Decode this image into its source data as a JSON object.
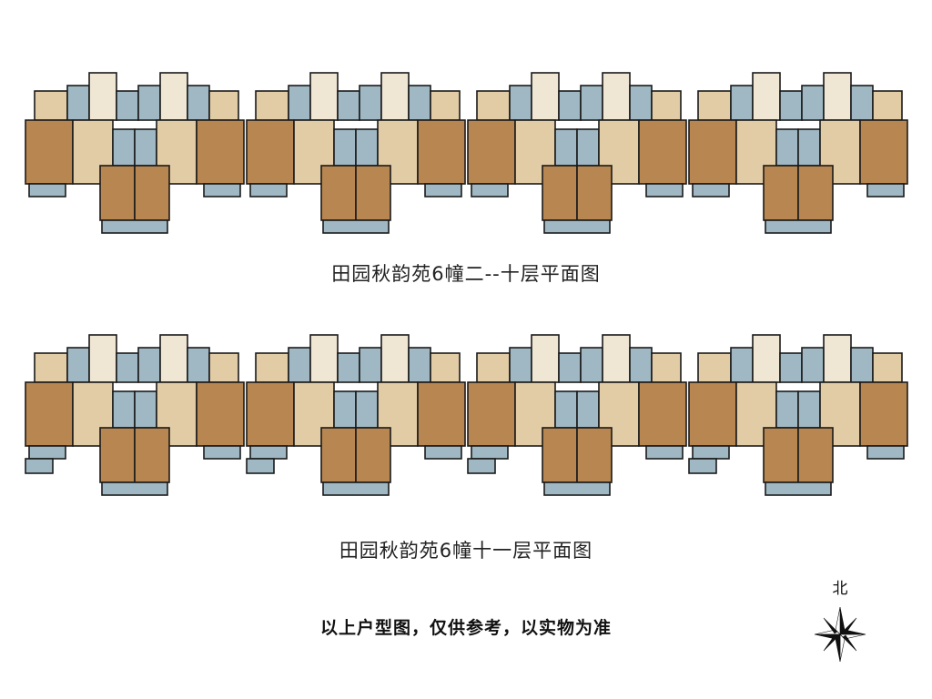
{
  "plans": [
    {
      "title": "田园秋韵苑6幢二--十层平面图"
    },
    {
      "title": "田园秋韵苑6幢十一层平面图"
    }
  ],
  "disclaimer": "以上户型图，仅供参考，以实物为准",
  "compass": {
    "label": "北",
    "icon": "north-arrow-icon"
  },
  "colors": {
    "room_brown": "#b88650",
    "room_tan": "#e2cca6",
    "room_light": "#efe6d4",
    "bath_blue": "#9fb8c4",
    "wall": "#1a1a1a"
  }
}
